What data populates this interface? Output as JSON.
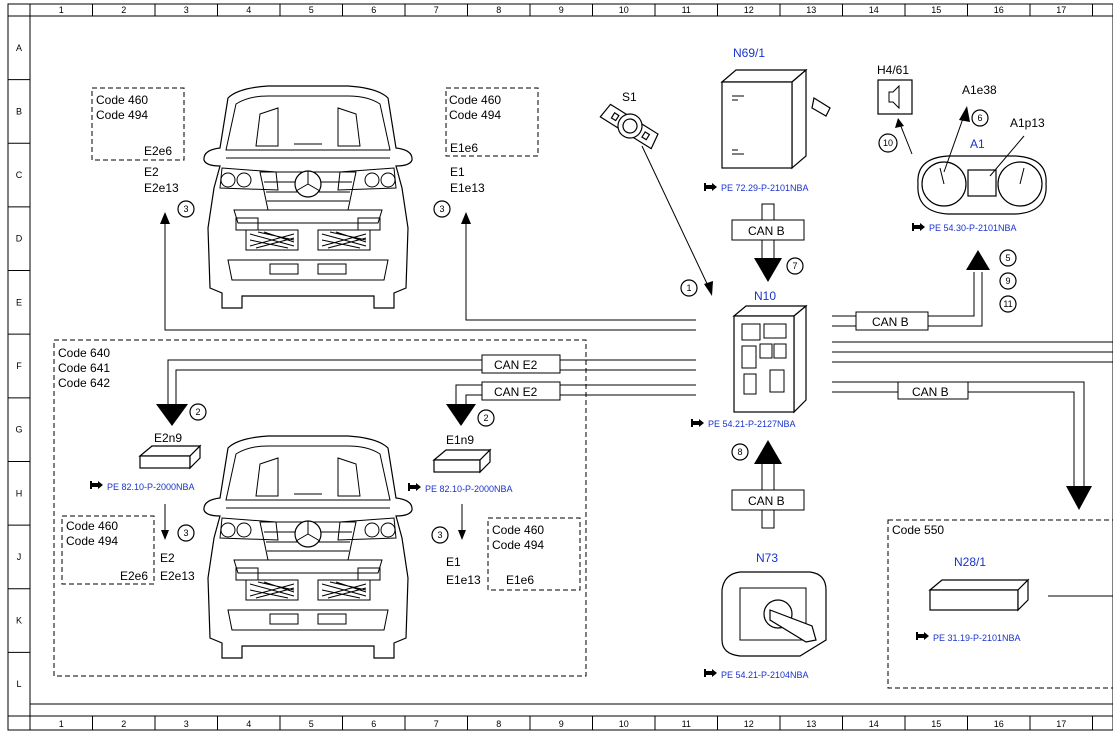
{
  "grid": {
    "columns": [
      "1",
      "2",
      "3",
      "4",
      "5",
      "6",
      "7",
      "8",
      "9",
      "10",
      "11",
      "12",
      "13",
      "14",
      "15",
      "16",
      "17"
    ],
    "rows": [
      "A",
      "B",
      "C",
      "D",
      "E",
      "F",
      "G",
      "H",
      "J",
      "K",
      "L"
    ]
  },
  "components": {
    "s1": "S1",
    "n69_1": "N69/1",
    "n69_1_ref": "PE 72.29-P-2101NBA",
    "h4_61": "H4/61",
    "a1e38": "A1e38",
    "a1p13": "A1p13",
    "a1": "A1",
    "a1_ref": "PE 54.30-P-2101NBA",
    "n10": "N10",
    "n10_ref": "PE 54.21-P-2127NBA",
    "n73": "N73",
    "n73_ref": "PE 54.21-P-2104NBA",
    "n28_1": "N28/1",
    "n28_1_ref": "PE 31.19-P-2101NBA",
    "e2n9": "E2n9",
    "e2n9_ref": "PE 82.10-P-2000NBA",
    "e1n9": "E1n9",
    "e1n9_ref": "PE 82.10-P-2000NBA"
  },
  "codes": {
    "top_left": [
      "Code 460",
      "Code 494"
    ],
    "top_left_tag": "E2e6",
    "top_right": [
      "Code 460",
      "Code 494"
    ],
    "top_right_tag": "E1e6",
    "group_lower": [
      "Code 640",
      "Code 641",
      "Code 642"
    ],
    "lower_left": [
      "Code 460",
      "Code 494"
    ],
    "lower_right": [
      "Code 460",
      "Code 494"
    ],
    "lower_right_tag": "E1e6",
    "code_550": "Code 550"
  },
  "lamp_labels": {
    "upper_left": [
      "E2",
      "E2e13"
    ],
    "upper_right": [
      "E1",
      "E1e13"
    ],
    "lower_left": [
      "E2",
      "E2e13"
    ],
    "lower_left_tag": "E2e6",
    "lower_right": [
      "E1",
      "E1e13"
    ]
  },
  "buses": {
    "can_b_top": "CAN B",
    "can_b_right": "CAN B",
    "can_b_right_lower": "CAN B",
    "can_b_bottom": "CAN B",
    "can_e2_upper": "CAN E2",
    "can_e2_lower": "CAN E2"
  },
  "steps": {
    "n1": "1",
    "n2a": "2",
    "n2b": "2",
    "n3a": "3",
    "n3b": "3",
    "n3c": "3",
    "n3d": "3",
    "n5": "5",
    "n6": "6",
    "n7": "7",
    "n8": "8",
    "n9": "9",
    "n10": "10",
    "n11": "11"
  }
}
